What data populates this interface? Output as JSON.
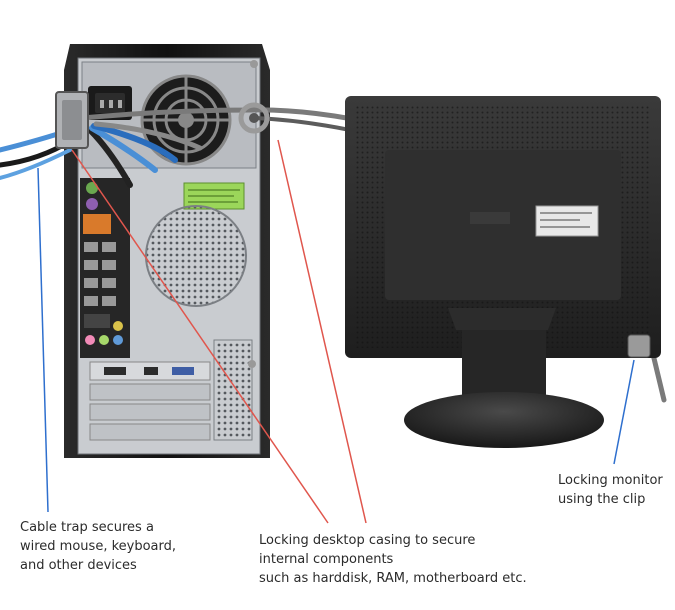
{
  "captions": {
    "cable_trap": [
      "Cable trap secures a",
      "wired mouse, keyboard,",
      "and other devices"
    ],
    "casing": [
      "Locking desktop casing to secure",
      "internal components",
      "such as harddisk, RAM, motherboard etc."
    ],
    "monitor": [
      "Locking monitor",
      "using the clip"
    ]
  },
  "colors": {
    "pointer_blue": "#2e6fce",
    "pointer_red": "#e0564d",
    "tower_frame": "#1b1b1b",
    "panel_metal": "#c9ccd0",
    "monitor_body": "#2a2a2a",
    "cable_gray": "#7a7a7a"
  }
}
